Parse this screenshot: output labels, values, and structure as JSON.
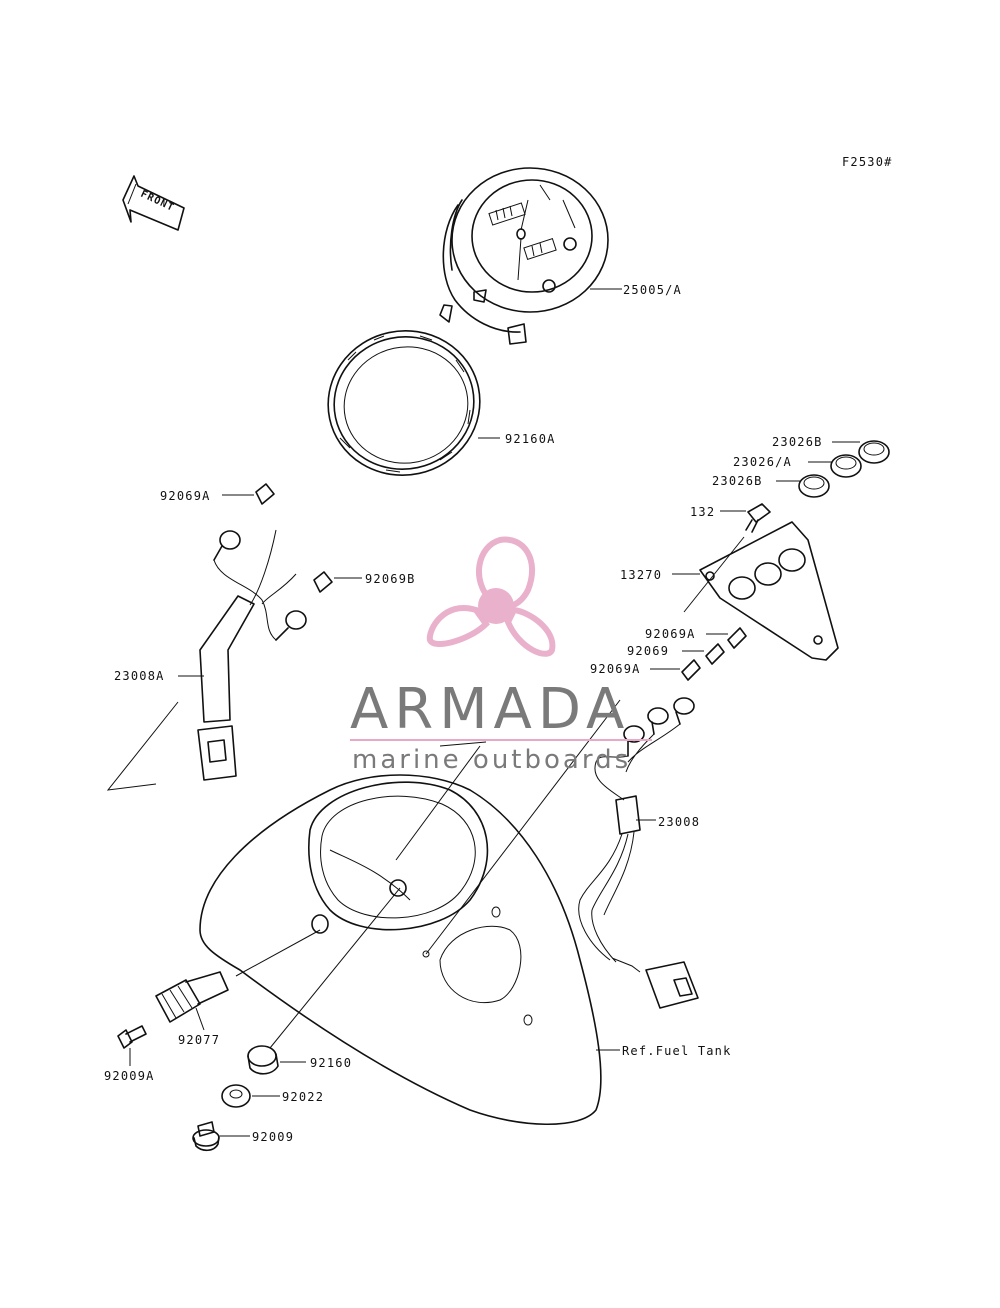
{
  "figure_code": "F2530#",
  "front_marker": "FRONT",
  "callouts": {
    "meter_assy": "25005/A",
    "ring": "92160A",
    "cap_b_top": "23026B",
    "cap_a": "23026/A",
    "cap_b_bottom": "23026B",
    "bolt_132": "132",
    "bracket": "13270",
    "bulb_a_right_1": "92069A",
    "bulb_right": "92069",
    "bulb_a_right_2": "92069A",
    "bulb_a_left": "92069A",
    "bulb_b_left": "92069B",
    "harness_a": "23008A",
    "harness": "23008",
    "cable_92077": "92077",
    "screw_92009a": "92009A",
    "grommet": "92160",
    "washer": "92022",
    "screw_92009": "92009",
    "ref_fuel_tank": "Ref.Fuel Tank"
  },
  "watermark": {
    "brand": "ARMADA",
    "tagline": "marine outboards",
    "brand_color": "#e7a9c6",
    "text_color": "#7a7a7a"
  }
}
